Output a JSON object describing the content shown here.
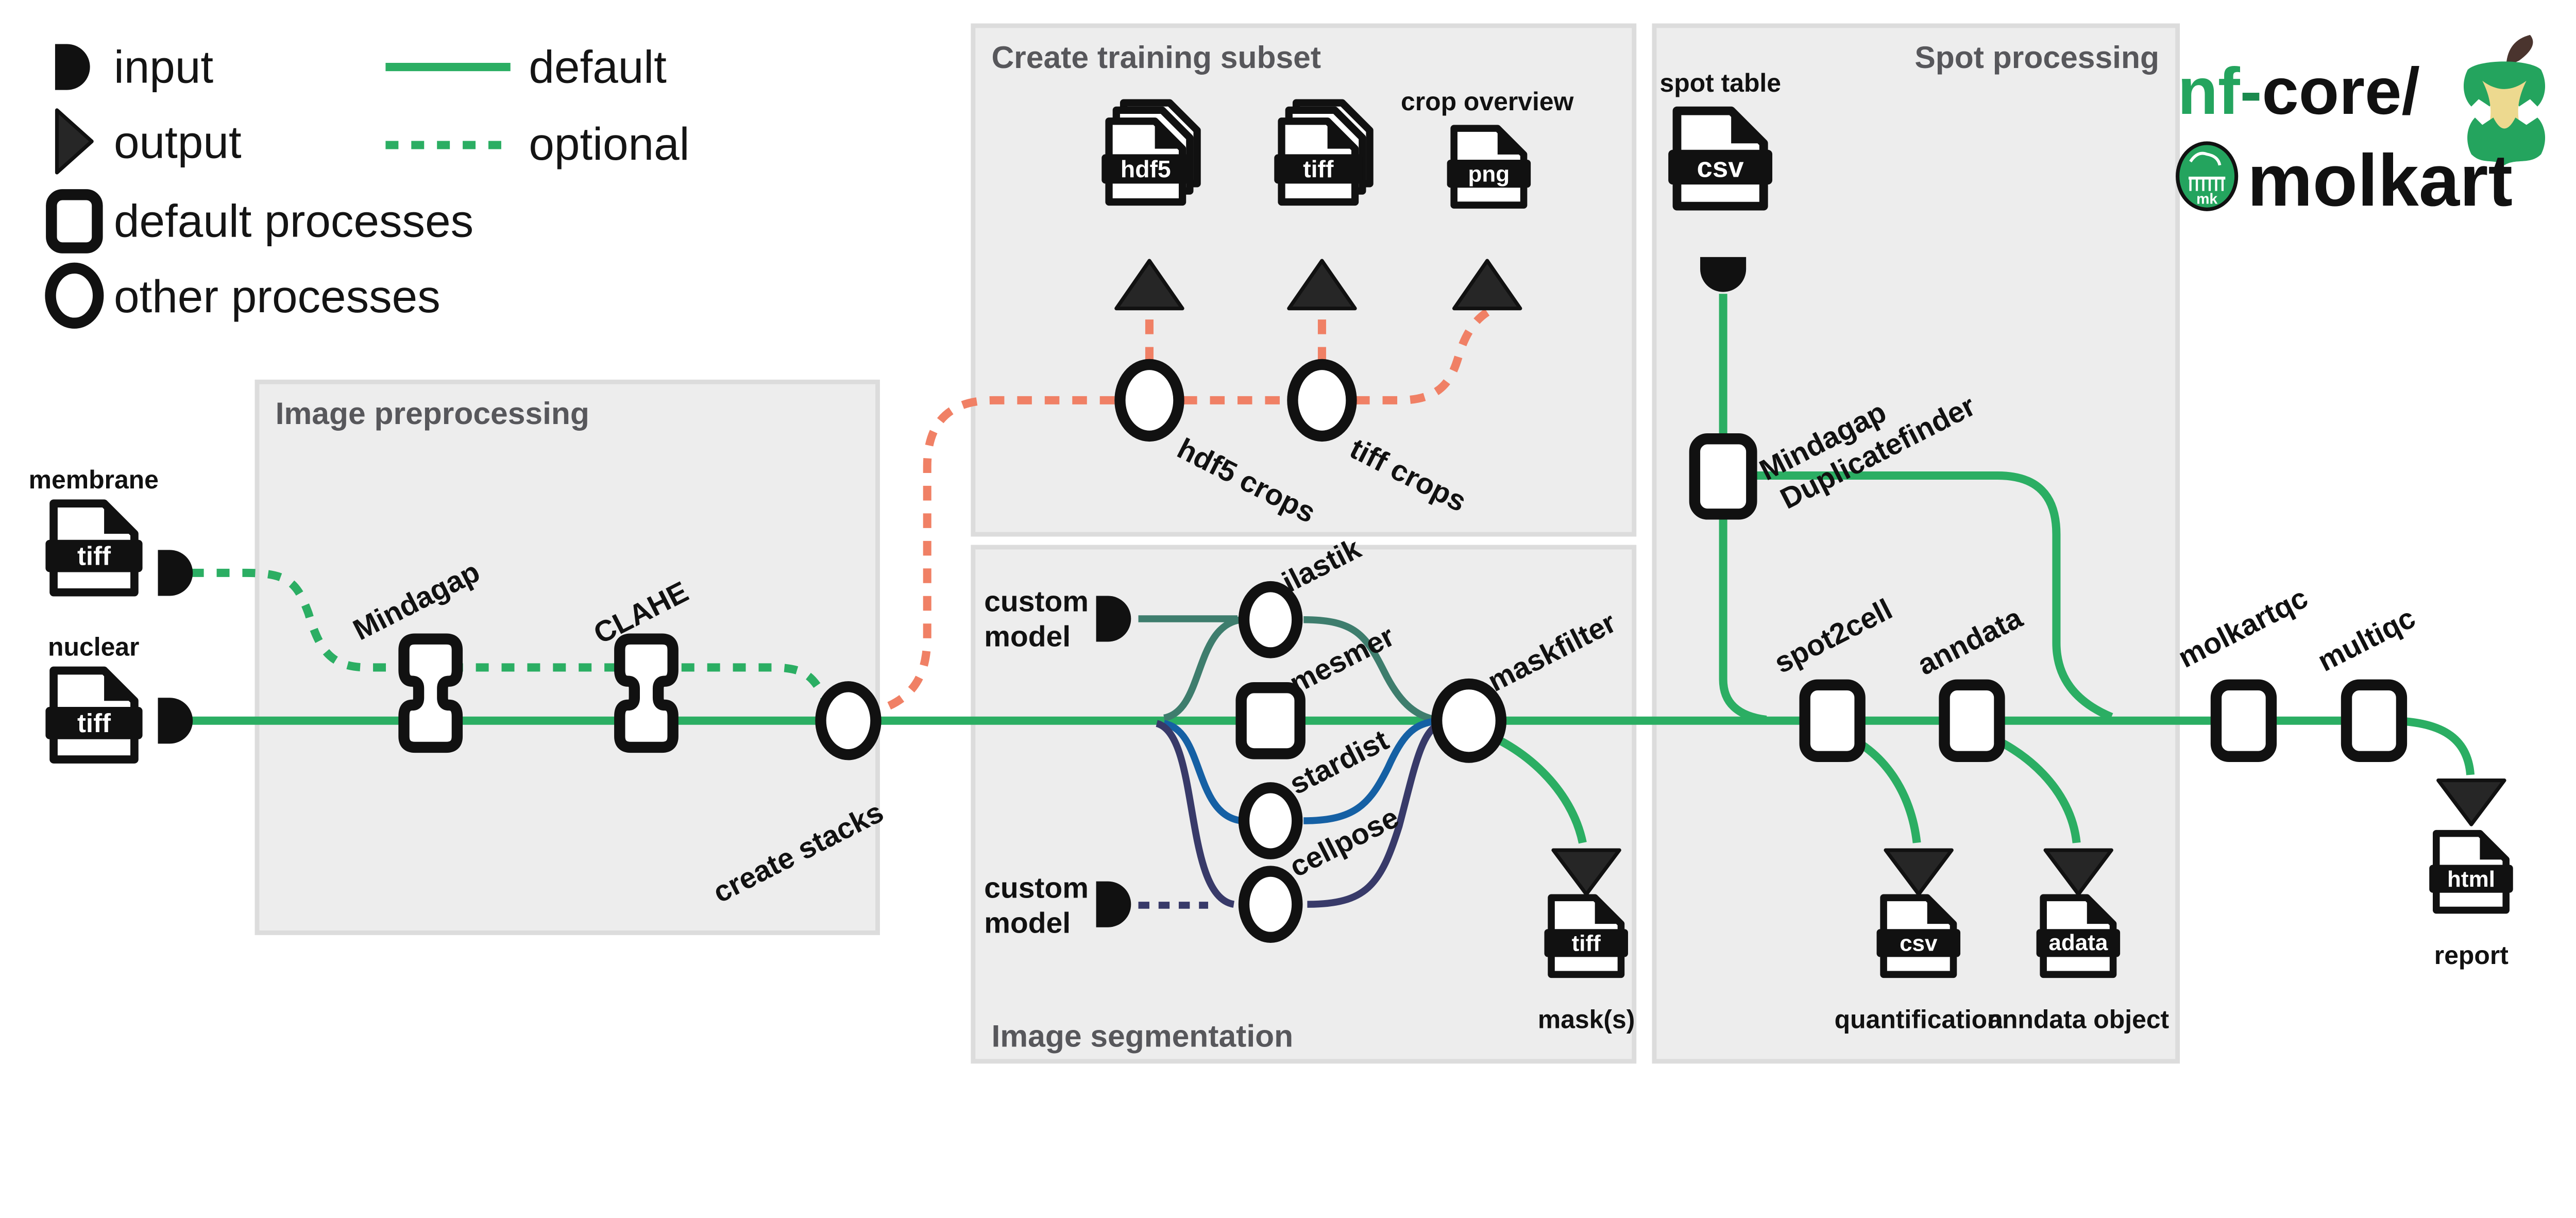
{
  "legend": {
    "input": "input",
    "output": "output",
    "default_processes": "default processes",
    "other_processes": "other processes",
    "default_line": "default",
    "optional_line": "optional"
  },
  "boxes": {
    "preprocessing": "Image preprocessing",
    "training": "Create training subset",
    "segmentation": "Image segmentation",
    "spot": "Spot processing"
  },
  "logo": {
    "nf": "nf",
    "dash": "-",
    "core": "core/",
    "name": "molkart",
    "badge": "mk"
  },
  "io": {
    "membrane": "membrane",
    "nuclear": "nuclear",
    "spot_table": "spot table",
    "custom_model": {
      "line1": "custom",
      "line2": "model"
    },
    "crop_overview": "crop overview",
    "masks": "mask(s)",
    "quantification": "quantification",
    "anndata_object": "anndata object",
    "report": "report"
  },
  "file_badges": {
    "tiff": "tiff",
    "hdf5": "hdf5",
    "png": "png",
    "csv": "csv",
    "adata": "adata",
    "html": "html"
  },
  "processes": {
    "mindagap": "Mindagap",
    "clahe": "CLAHE",
    "create_stacks": "create stacks",
    "hdf5_crops": "hdf5 crops",
    "tiff_crops": "tiff crops",
    "ilastik": "ilastik",
    "mesmer": "mesmer",
    "stardist": "stardist",
    "cellpose": "cellpose",
    "maskfilter": "maskfilter",
    "mindagap_duplicatefinder_line1": "Mindagap",
    "mindagap_duplicatefinder_line2": "Duplicatefinder",
    "spot2cell": "spot2cell",
    "anndata": "anndata",
    "molkartqc": "molkartqc",
    "multiqc": "multiqc"
  },
  "colors": {
    "green": "#2BAE63",
    "salmon": "#F08065",
    "teal": "#3E7D6D",
    "blue": "#1560A4",
    "navy": "#383A69",
    "logo_green": "#24A45E",
    "cream": "#EDD98F",
    "stem": "#4A342E",
    "box_bg": "#EDEDED",
    "title_gray": "#57575B"
  }
}
